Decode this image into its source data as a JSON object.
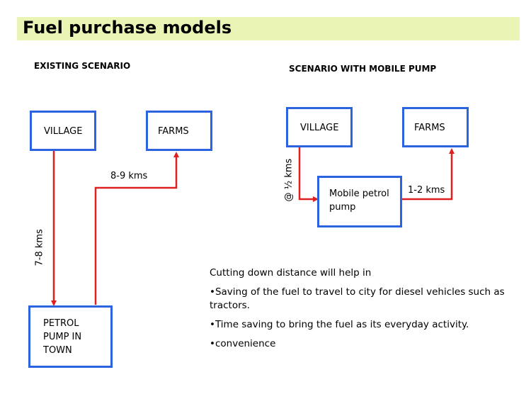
{
  "title": "Fuel purchase models",
  "existing": {
    "heading": "EXISTING SCENARIO",
    "village": "VILLAGE",
    "farms": "FARMS",
    "pump": "PETROL\nPUMP IN\nTOWN",
    "dist_village_pump": "7-8 kms",
    "dist_pump_farms": "8-9 kms"
  },
  "mobile": {
    "heading": "SCENARIO WITH MOBILE PUMP",
    "village": "VILLAGE",
    "farms": "FARMS",
    "pump": "Mobile petrol\npump",
    "dist_village_pump": "@ ½ kms",
    "dist_pump_farms": "1-2 kms"
  },
  "notes": {
    "intro": "Cutting down distance will help in",
    "points": [
      "•Saving of the fuel to travel to city for diesel vehicles such as tractors.",
      "•Time saving to bring the fuel as its everyday activity.",
      "•convenience"
    ]
  },
  "colors": {
    "box_border": "#2c63e0",
    "arrow": "#e02020",
    "title_bg": "#eaf5b5"
  }
}
